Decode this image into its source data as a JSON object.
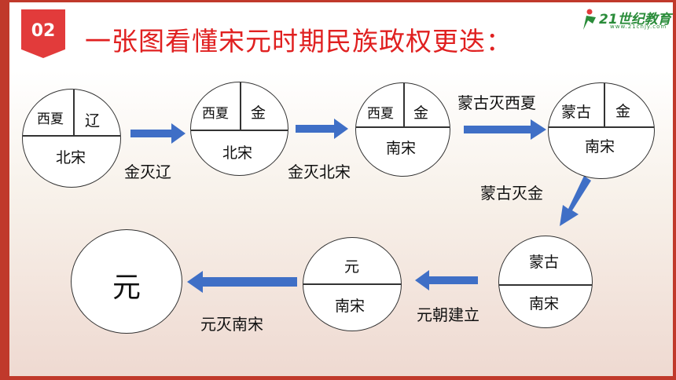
{
  "badge": "02",
  "title": "一张图看懂宋元时期民族政权更迭：",
  "logo": {
    "text": "21世纪教育",
    "sub": "www.21cnjy.com"
  },
  "colors": {
    "accent": "#e02020",
    "arrow": "#3f6fc6",
    "frame": "#c0392b"
  },
  "nodes": [
    {
      "top_left": "西夏",
      "top_right": "辽",
      "bottom": "北宋"
    },
    {
      "top_left": "西夏",
      "top_right": "金",
      "bottom": "北宋"
    },
    {
      "top_left": "西夏",
      "top_right": "金",
      "bottom": "南宋"
    },
    {
      "top_left": "蒙古",
      "top_right": "金",
      "bottom": "南宋"
    },
    {
      "top": "蒙古",
      "bottom": "南宋"
    },
    {
      "top": "元",
      "bottom": "南宋"
    },
    {
      "center": "元"
    }
  ],
  "edges": [
    {
      "label": "金灭辽"
    },
    {
      "label": "金灭北宋"
    },
    {
      "label": "蒙古灭西夏"
    },
    {
      "label": "蒙古灭金"
    },
    {
      "label": "元朝建立"
    },
    {
      "label": "元灭南宋"
    }
  ]
}
